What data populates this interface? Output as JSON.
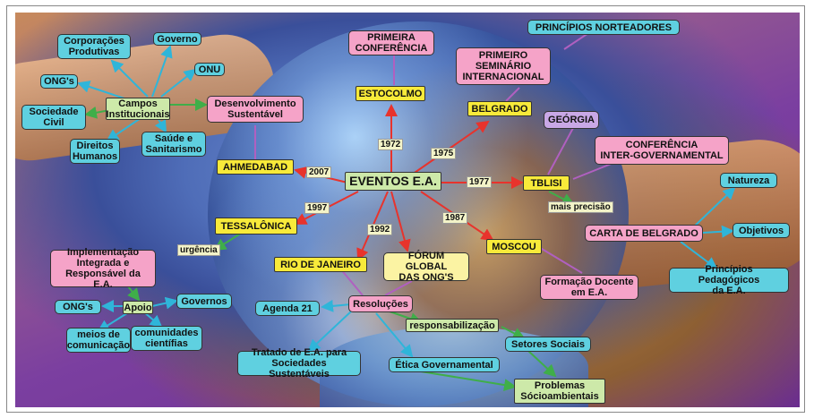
{
  "diagram": {
    "center": "EVENTOS E.A.",
    "nodes": {
      "corporacoes": "Corporações\nProdutivas",
      "governo": "Governo",
      "onu": "ONU",
      "ongs_top": "ONG's",
      "campos": "Campos\nInstitucionais",
      "sociedade": "Sociedade\nCivil",
      "direitos": "Direitos\nHumanos",
      "saude": "Saúde e\nSanitarismo",
      "desenvolvimento": "Desenvolvimento\nSustentável",
      "primeira_conf": "PRIMEIRA\nCONFERÊNCIA",
      "principios_nort": "PRINCÍPIOS NORTEADORES",
      "primeiro_sem": "PRIMEIRO\nSEMINÁRIO\nINTERNACIONAL",
      "estocolmo": "ESTOCOLMO",
      "belgrado": "BELGRADO",
      "georgia": "GEÓRGIA",
      "conf_inter": "CONFERÊNCIA\nINTER-GOVERNAMENTAL",
      "ahmedabad": "AHMEDABAD",
      "tbilisi": "TBLISI",
      "natureza": "Natureza",
      "objetivos": "Objetivos",
      "carta": "CARTA DE BELGRADO",
      "tessalonica": "TESSALÔNICA",
      "moscou": "MOSCOU",
      "rio": "RIO DE JANEIRO",
      "forum": "FÓRUM GLOBAL\nDAS ONG'S",
      "implementacao": "Implementação\nIntegrada e\nResponsável da E.A.",
      "formacao": "Formação Docente\nem E.A.",
      "principios_ped": "Princípios Pedagógicos\nda E.A.",
      "apoio": "Apoio",
      "ongs_bottom": "ONG's",
      "governos": "Governos",
      "agenda": "Agenda 21",
      "resolucoes": "Resoluções",
      "meios": "meios de\ncomunicação",
      "comunidades": "comunidades\ncientífias",
      "responsab": "responsabilização",
      "setores": "Setores Sociais",
      "tratado": "Tratado de E.A. para\nSociedades Sustentáveis",
      "etica": "Ética Governamental",
      "problemas": "Problemas\nSócioambientais",
      "urgencia": "urgência",
      "mais_precisao": "mais precisão"
    },
    "years": {
      "y1972": "1972",
      "y1975": "1975",
      "y2007": "2007",
      "y1977": "1977",
      "y1997": "1997",
      "y1987": "1987",
      "y1992": "1992"
    },
    "colors": {
      "link_green": "#3fae49",
      "link_red": "#e8332c",
      "link_cyan": "#2fb5d9",
      "link_purple": "#b060c0"
    }
  }
}
